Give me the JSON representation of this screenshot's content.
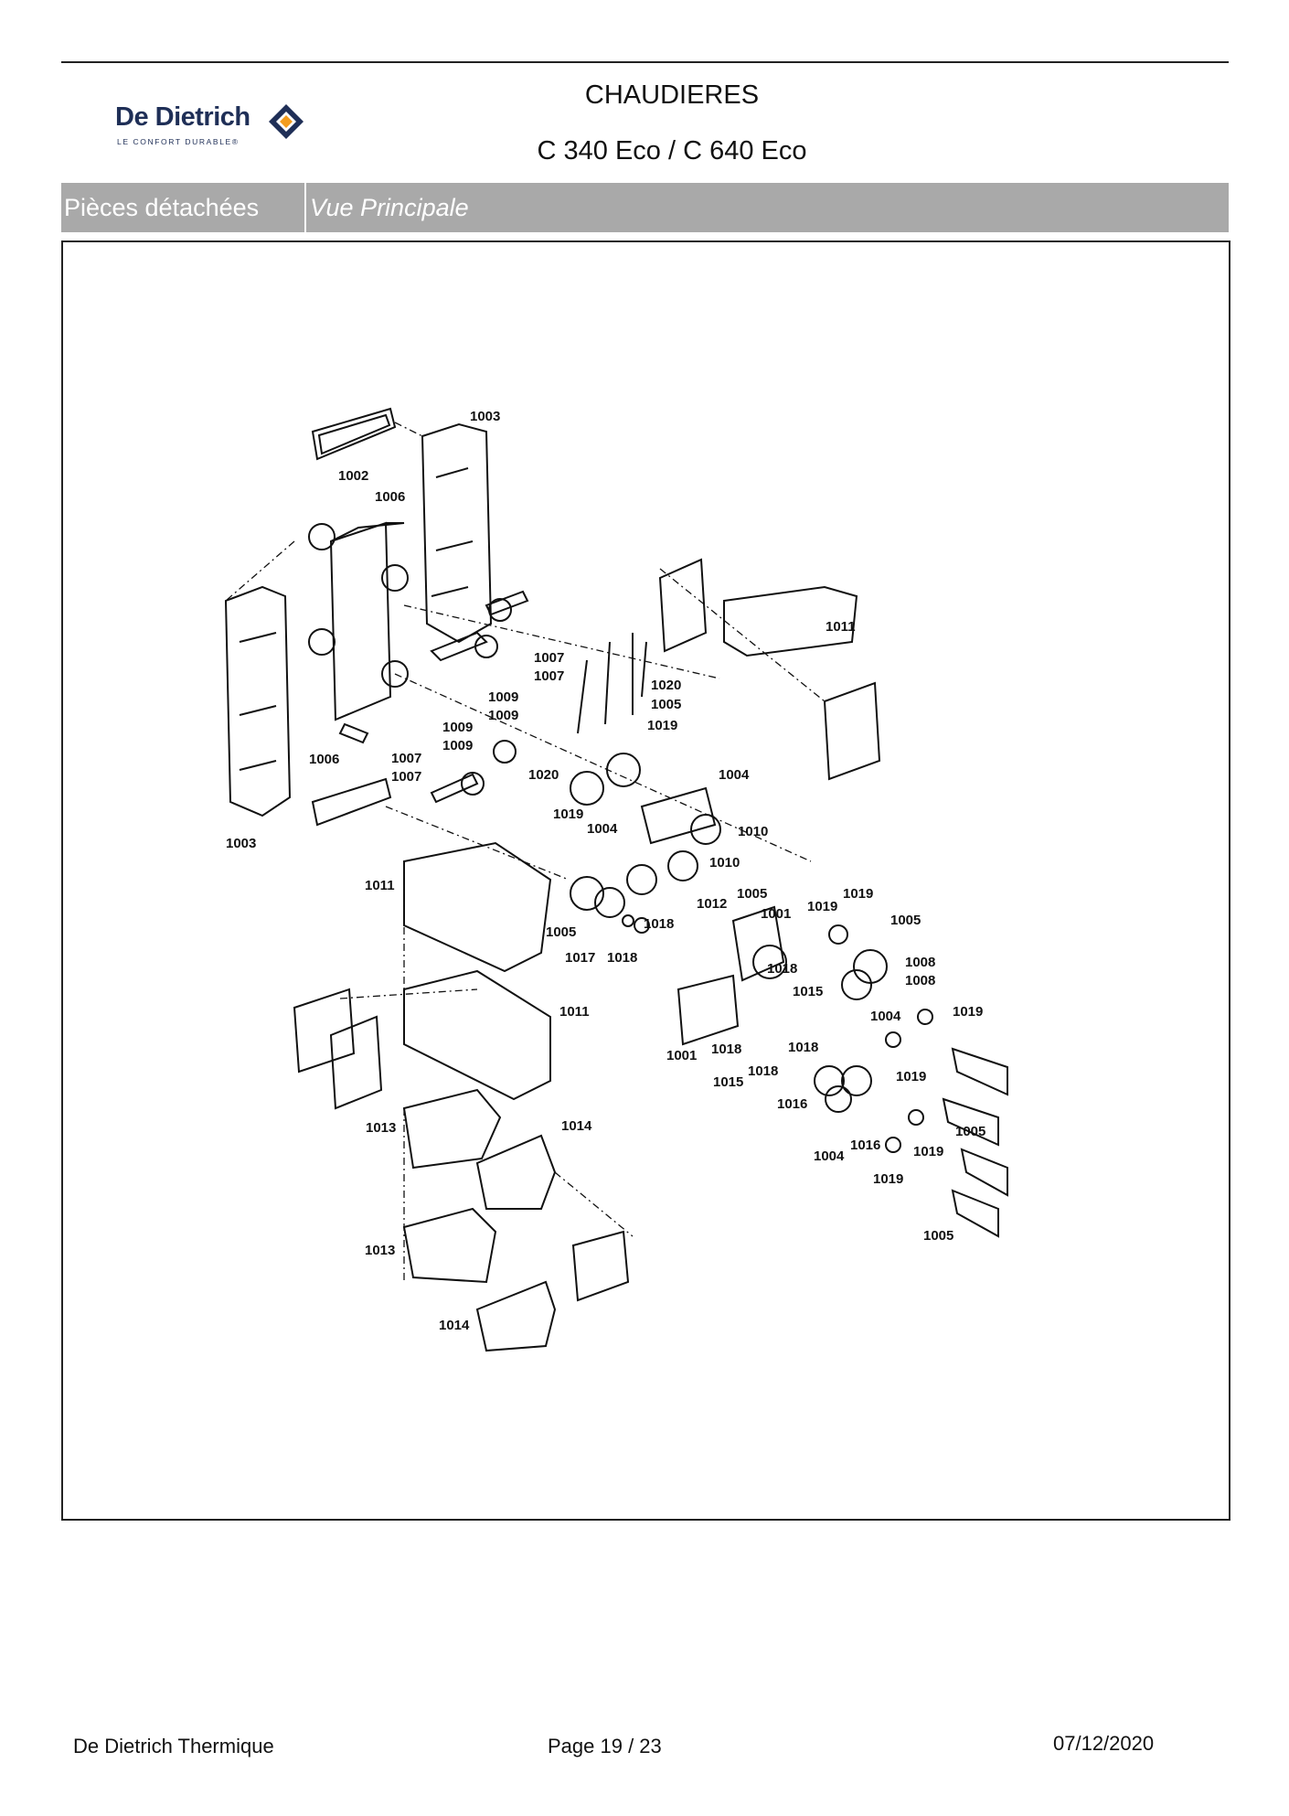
{
  "header": {
    "brand": "De Dietrich",
    "tagline": "LE CONFORT DURABLE®",
    "title": "CHAUDIERES",
    "model": "C 340 Eco / C 640 Eco"
  },
  "section_band": {
    "category": "Pièces détachées",
    "view": "Vue Principale"
  },
  "diagram": {
    "callouts": [
      {
        "id": "c01",
        "label": "1003"
      },
      {
        "id": "c02",
        "label": "1002"
      },
      {
        "id": "c03",
        "label": "1006"
      },
      {
        "id": "c04",
        "label": "1006"
      },
      {
        "id": "c05",
        "label": "1003"
      },
      {
        "id": "c06",
        "label": "1007"
      },
      {
        "id": "c07",
        "label": "1007"
      },
      {
        "id": "c08",
        "label": "1009"
      },
      {
        "id": "c09",
        "label": "1009"
      },
      {
        "id": "c10",
        "label": "1009"
      },
      {
        "id": "c11",
        "label": "1009"
      },
      {
        "id": "c12",
        "label": "1007"
      },
      {
        "id": "c13",
        "label": "1007"
      },
      {
        "id": "c14",
        "label": "1020"
      },
      {
        "id": "c15",
        "label": "1005"
      },
      {
        "id": "c16",
        "label": "1019"
      },
      {
        "id": "c17",
        "label": "1020"
      },
      {
        "id": "c18",
        "label": "1004"
      },
      {
        "id": "c19",
        "label": "1019"
      },
      {
        "id": "c20",
        "label": "1004"
      },
      {
        "id": "c21",
        "label": "1010"
      },
      {
        "id": "c22",
        "label": "1010"
      },
      {
        "id": "c23",
        "label": "1011"
      },
      {
        "id": "c24",
        "label": "1011"
      },
      {
        "id": "c25",
        "label": "1012"
      },
      {
        "id": "c26",
        "label": "1005"
      },
      {
        "id": "c27",
        "label": "1001"
      },
      {
        "id": "c28",
        "label": "1019"
      },
      {
        "id": "c29",
        "label": "1019"
      },
      {
        "id": "c30",
        "label": "1005"
      },
      {
        "id": "c31",
        "label": "1008"
      },
      {
        "id": "c32",
        "label": "1008"
      },
      {
        "id": "c33",
        "label": "1005"
      },
      {
        "id": "c34",
        "label": "1018"
      },
      {
        "id": "c35",
        "label": "1017"
      },
      {
        "id": "c36",
        "label": "1018"
      },
      {
        "id": "c37",
        "label": "1018"
      },
      {
        "id": "c38",
        "label": "1015"
      },
      {
        "id": "c39",
        "label": "1019"
      },
      {
        "id": "c40",
        "label": "1011"
      },
      {
        "id": "c41",
        "label": "1004"
      },
      {
        "id": "c42",
        "label": "1001"
      },
      {
        "id": "c43",
        "label": "1018"
      },
      {
        "id": "c44",
        "label": "1018"
      },
      {
        "id": "c45",
        "label": "1018"
      },
      {
        "id": "c46",
        "label": "1015"
      },
      {
        "id": "c47",
        "label": "1019"
      },
      {
        "id": "c48",
        "label": "1016"
      },
      {
        "id": "c49",
        "label": "1005"
      },
      {
        "id": "c50",
        "label": "1013"
      },
      {
        "id": "c51",
        "label": "1014"
      },
      {
        "id": "c52",
        "label": "1016"
      },
      {
        "id": "c53",
        "label": "1019"
      },
      {
        "id": "c54",
        "label": "1004"
      },
      {
        "id": "c55",
        "label": "1019"
      },
      {
        "id": "c56",
        "label": "1013"
      },
      {
        "id": "c57",
        "label": "1005"
      },
      {
        "id": "c58",
        "label": "1014"
      }
    ]
  },
  "footer": {
    "company": "De Dietrich Thermique",
    "page_label": "Page 19  /  23",
    "date": "07/12/2020"
  }
}
